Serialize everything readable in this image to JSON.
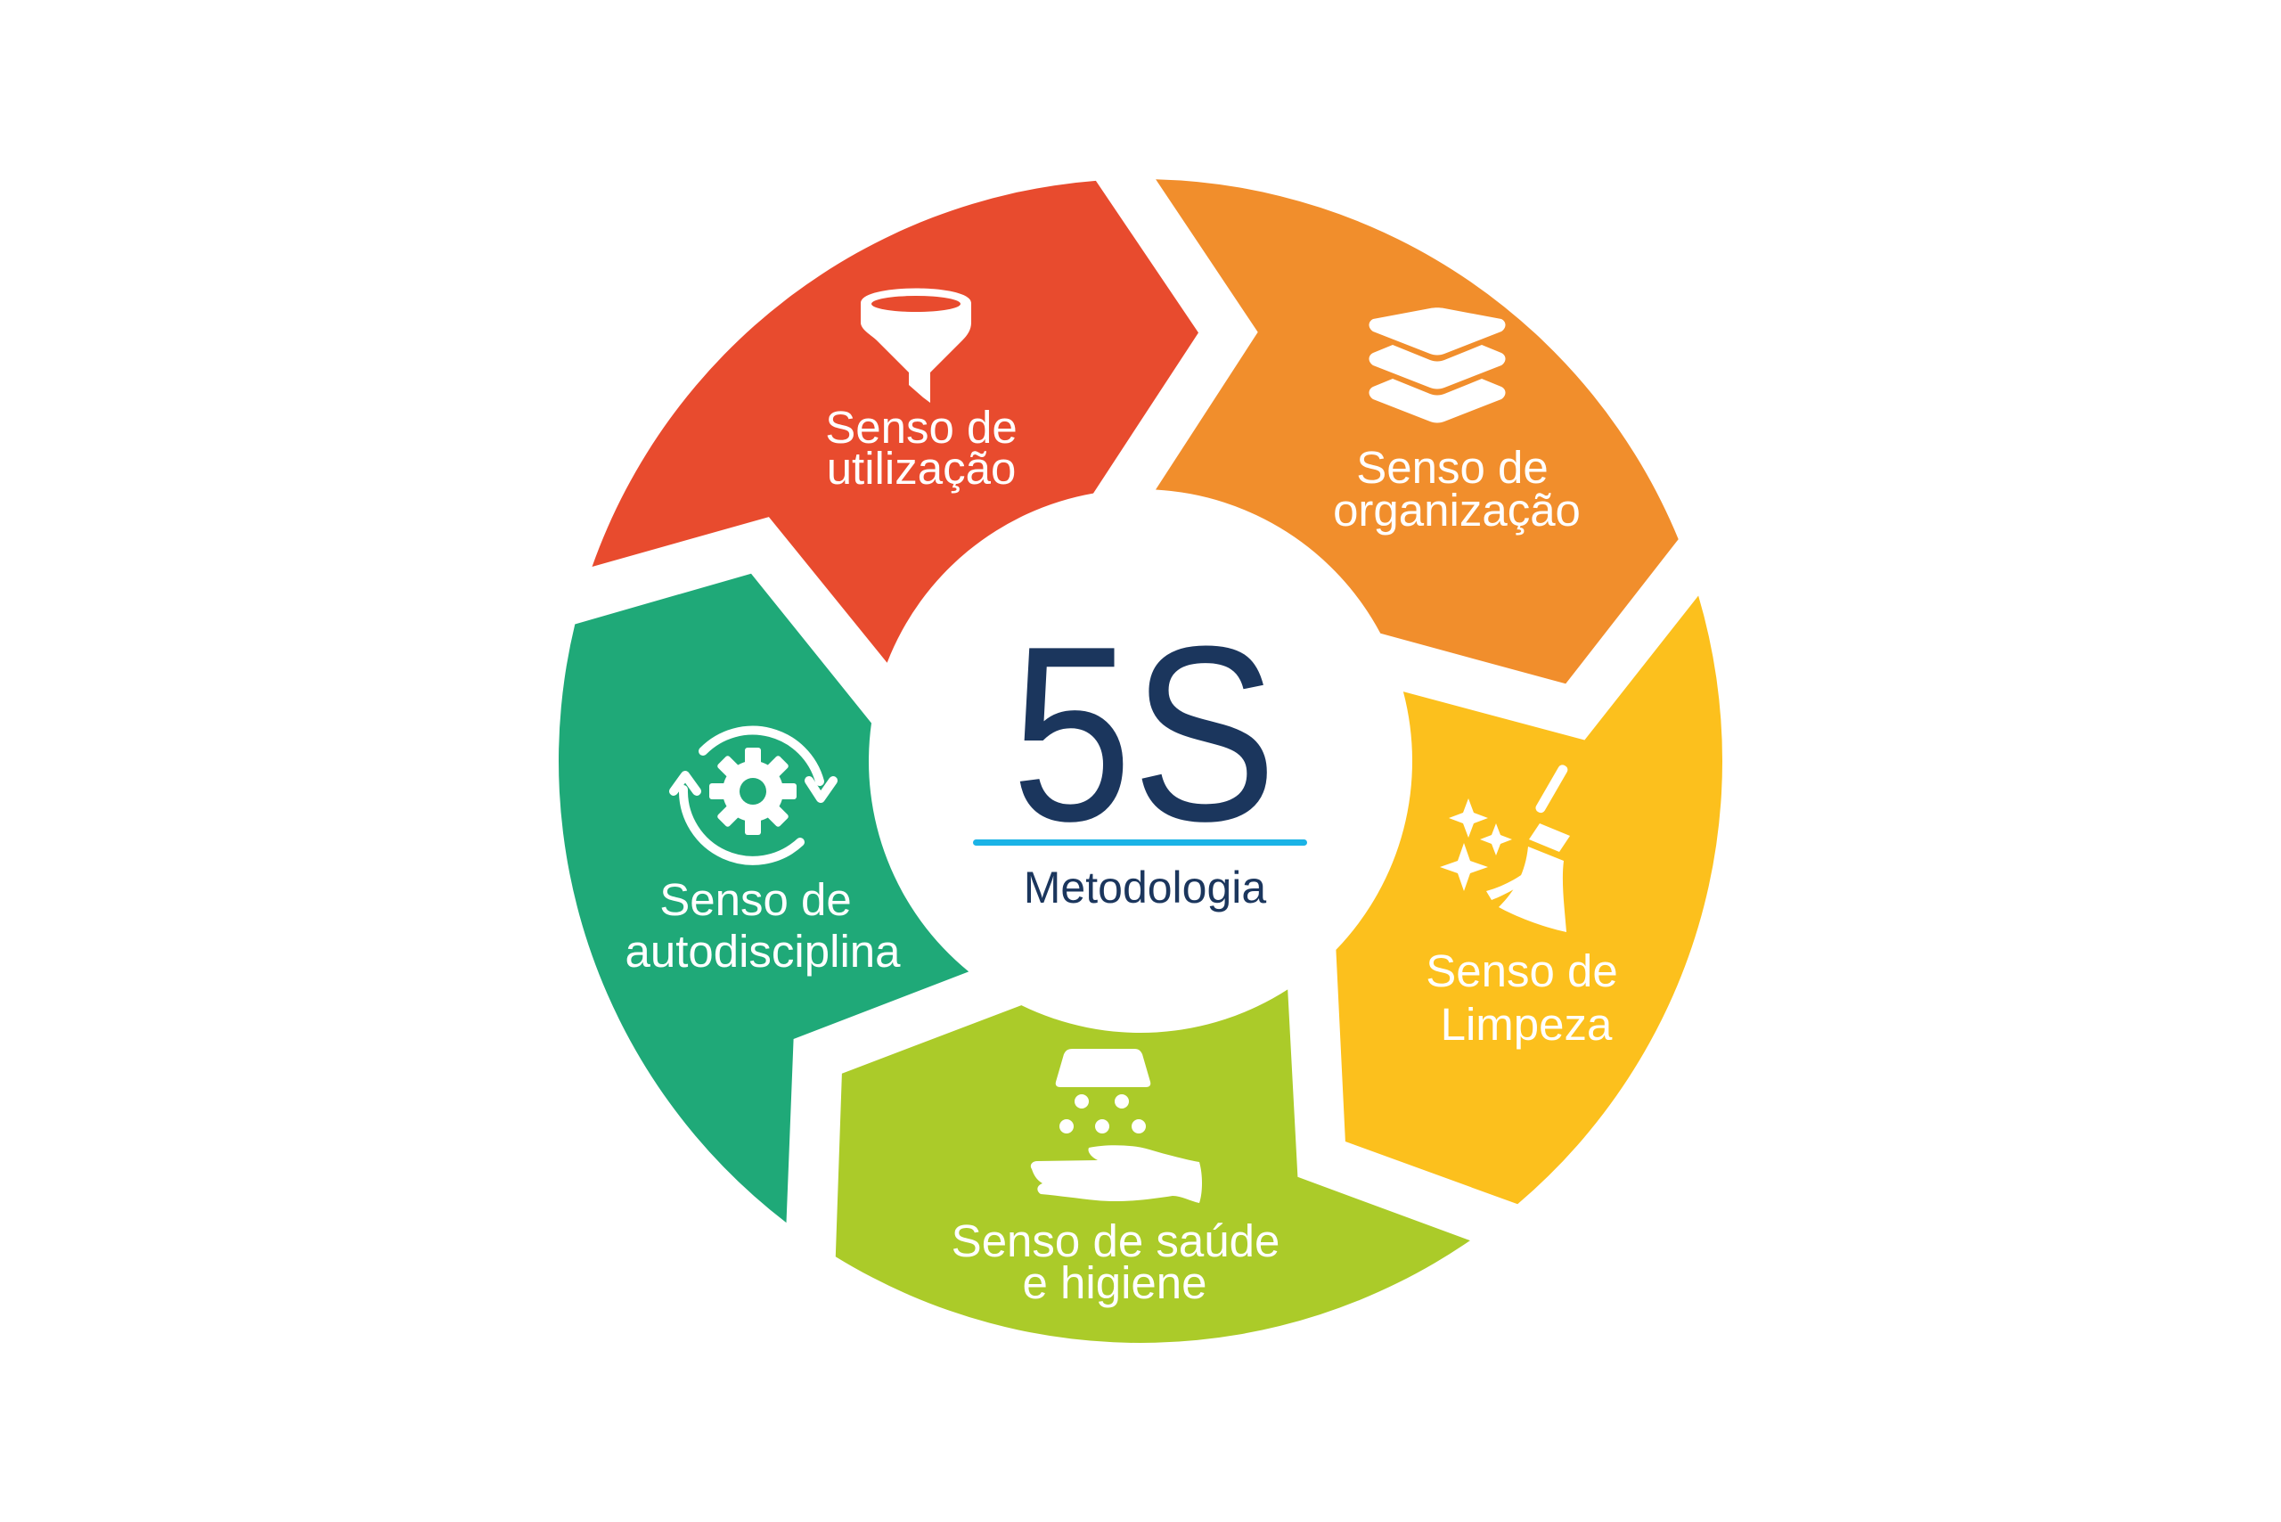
{
  "center": {
    "title": "5S",
    "subtitle": "Metodologia",
    "title_color": "#1B365D",
    "divider_color": "#1BB3E6"
  },
  "segments": [
    {
      "id": "utilizacao",
      "line1": "Senso de",
      "line2": "utilização",
      "icon": "funnel-icon",
      "color": "#E84B2E"
    },
    {
      "id": "organizacao",
      "line1": "Senso de",
      "line2": "organização",
      "icon": "layers-icon",
      "color": "#F18E2C"
    },
    {
      "id": "limpeza",
      "line1": "Senso de",
      "line2": "Limpeza",
      "icon": "broom-sparkle-icon",
      "color": "#FCC01D"
    },
    {
      "id": "saude-higiene",
      "line1": "Senso de saúde",
      "line2": "e higiene",
      "icon": "hand-wash-icon",
      "color": "#ABCB29"
    },
    {
      "id": "autodisciplina",
      "line1": "Senso de",
      "line2": "autodisciplina",
      "icon": "gear-cycle-icon",
      "color": "#1FA978"
    }
  ]
}
